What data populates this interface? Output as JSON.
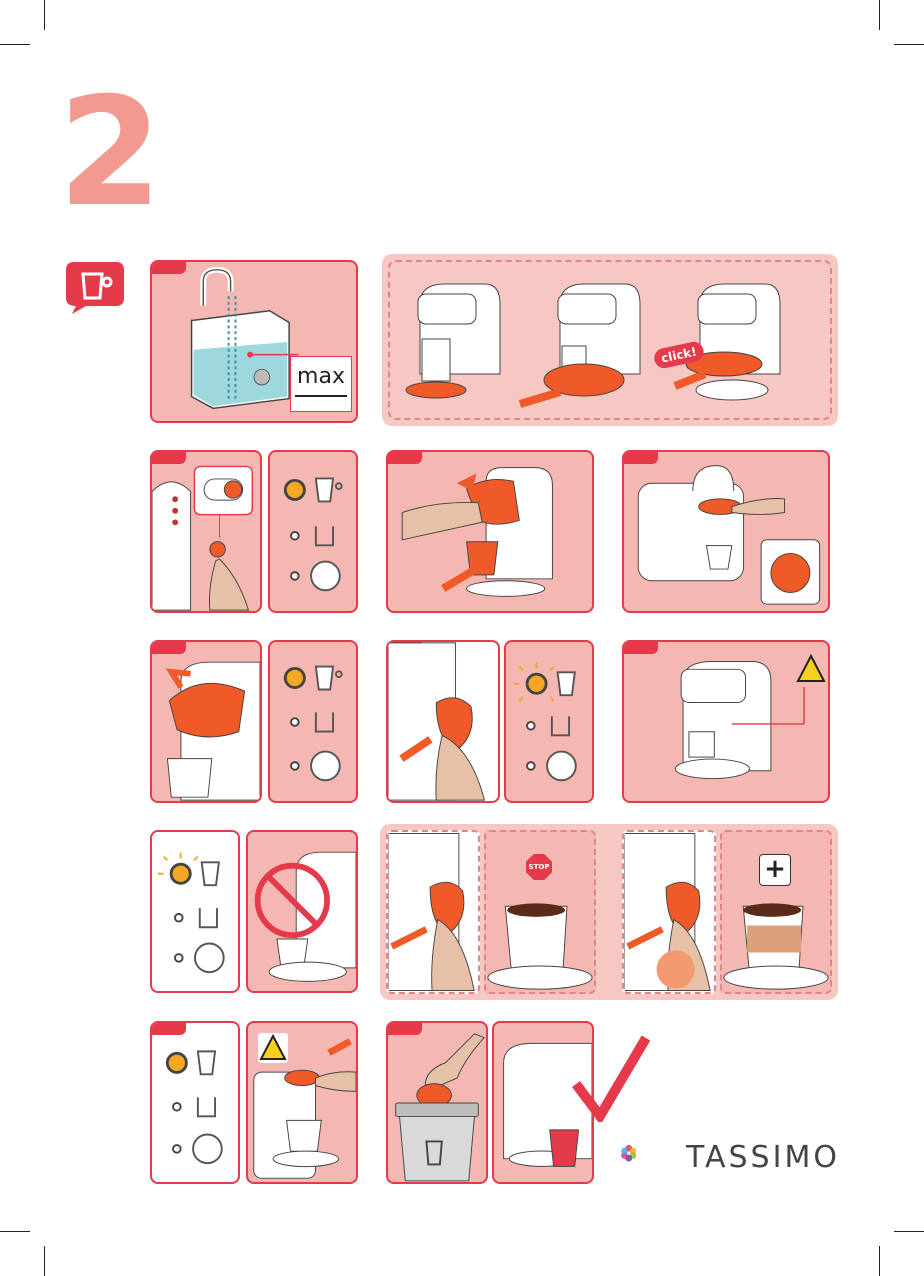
{
  "page": {
    "step_number": "2"
  },
  "labels": {
    "max": "max",
    "click": "click!",
    "stop": "STOP",
    "plus": "+"
  },
  "brand": {
    "name": "TASSIMO",
    "colors": [
      "#e53a4a",
      "#f7a823",
      "#8ac43f",
      "#6a3d8f",
      "#e72b86",
      "#3fa9f5"
    ]
  },
  "colors": {
    "accent_red": "#e53a4a",
    "panel_pink": "#f4b7b1",
    "step_number_pink": "#f29a90",
    "orange": "#ef5a28"
  },
  "icons": [
    "cup-badge-icon",
    "water-tank-icon",
    "machine-icon",
    "power-switch-icon",
    "status-lights-icon",
    "hand-icon",
    "hot-warning-icon",
    "stop-icon",
    "no-touch-icon",
    "bin-icon",
    "checkmark-icon"
  ]
}
